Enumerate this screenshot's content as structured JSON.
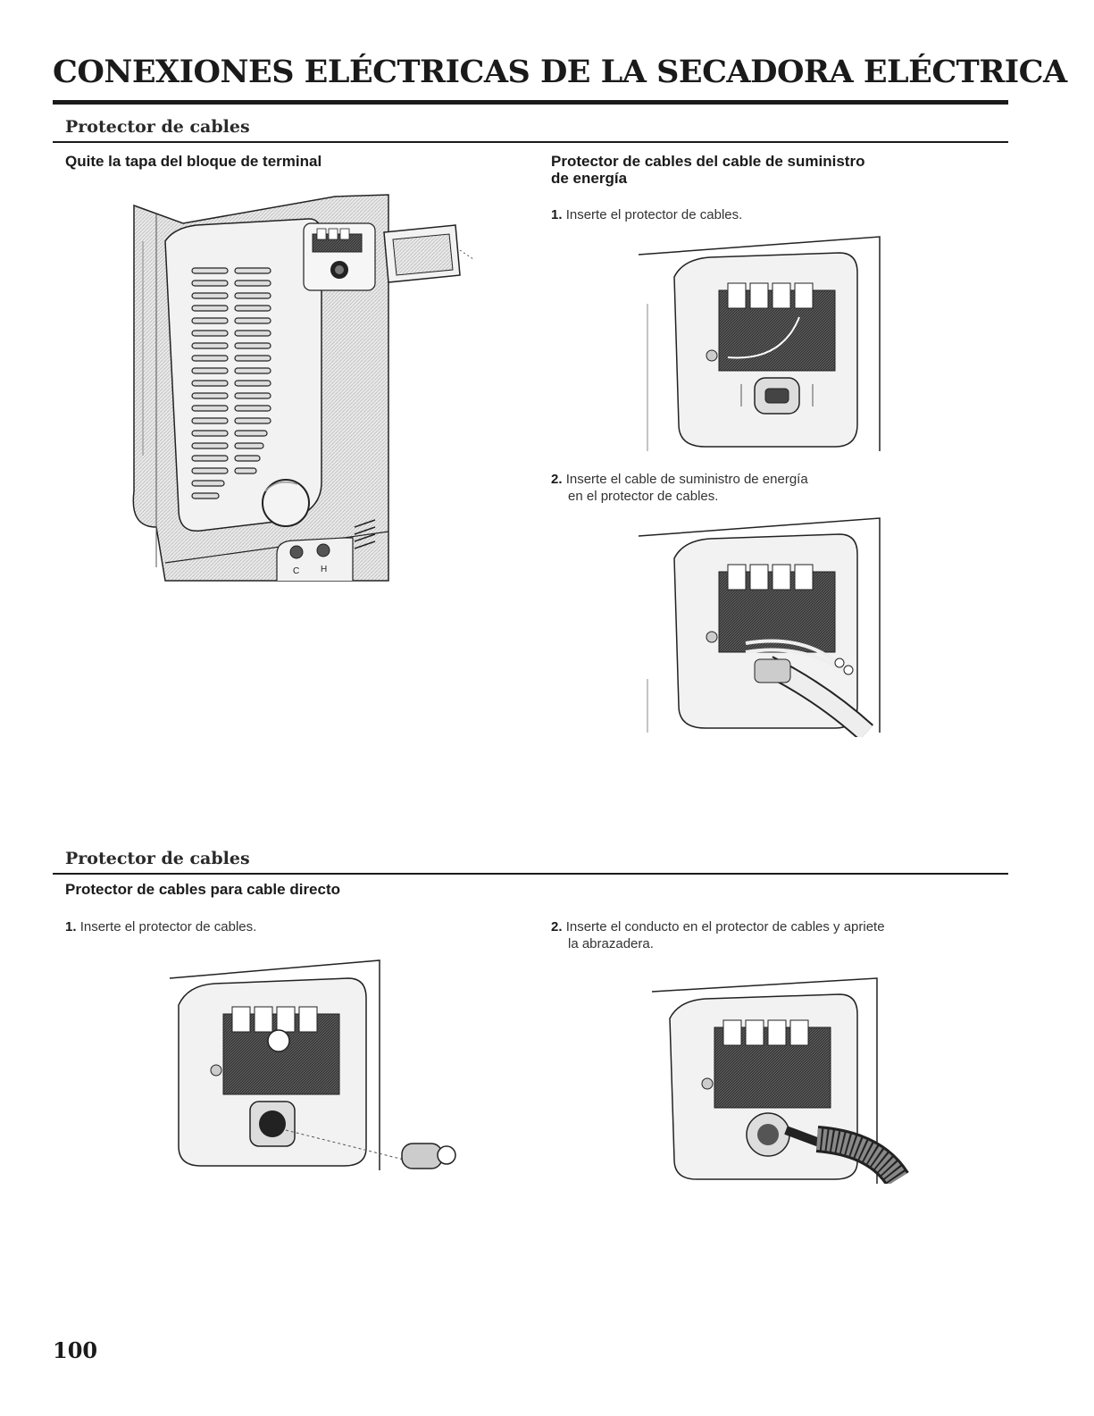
{
  "page": {
    "title": "CONEXIONES ELÉCTRICAS DE LA SECADORA ELÉCTRICA",
    "page_number": "100"
  },
  "section1": {
    "title": "Protector de cables",
    "left": {
      "heading": "Quite la tapa del bloque de terminal"
    },
    "right": {
      "heading_line1": "Protector de cables del cable de suministro",
      "heading_line2": "de energía",
      "step1_num": "1.",
      "step1_text": "Inserte el protector de cables.",
      "step2_num": "2.",
      "step2_line1": "Inserte el cable de suministro de energía",
      "step2_line2": "en el protector de cables."
    }
  },
  "section2": {
    "title": "Protector de cables",
    "heading": "Protector de cables para cable directo",
    "step1_num": "1.",
    "step1_text": "Inserte el protector de cables.",
    "step2_num": "2.",
    "step2_line1": "Inserte el conducto en el protector de cables y apriete",
    "step2_line2": "la abrazadera."
  },
  "figures": {
    "dryer_labels": [
      "C",
      "H"
    ]
  }
}
